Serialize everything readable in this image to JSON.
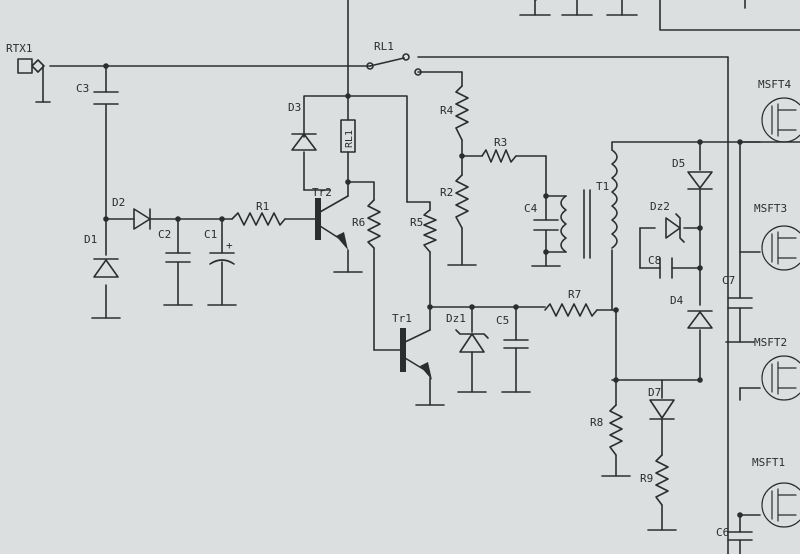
{
  "background": "#dcdfe0",
  "ink": "#2b2d2f",
  "labels": {
    "rtx1": "RTX1",
    "rl1": "RL1",
    "c3": "C3",
    "d3": "D3",
    "rl1_coil": "RL1",
    "r4": "R4",
    "r3": "R3",
    "r2": "R2",
    "tr2": "Tr2",
    "d2": "D2",
    "d1": "D1",
    "c2": "C2",
    "c1": "C1",
    "c1_plus": "+",
    "r1": "R1",
    "r6": "R6",
    "r5": "R5",
    "c4": "C4",
    "t1": "T1",
    "d5": "D5",
    "dz2": "Dz2",
    "c8": "C8",
    "d4": "D4",
    "c7": "C7",
    "tr1": "Tr1",
    "dz1": "Dz1",
    "c5": "C5",
    "r7": "R7",
    "r8": "R8",
    "d7": "D7",
    "r9": "R9",
    "c6": "C6",
    "msft4": "MSFT4",
    "msft3": "MSFT3",
    "msft2": "MSFT2",
    "msft1": "MSFT1"
  }
}
